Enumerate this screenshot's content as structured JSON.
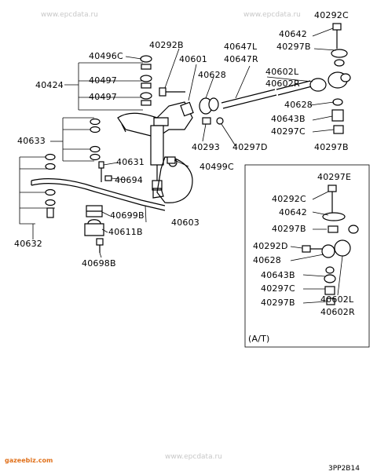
{
  "watermarks": [
    "www.epcdata.ru",
    "www.epcdata.ru",
    "www.epcdata.ru"
  ],
  "site_logo": "gazeebiz.com",
  "inset_caption": "(A/T)",
  "figure_code": "3PP2B14",
  "labels": {
    "p40292C": "40292C",
    "p40642": "40642",
    "p40297B_top": "40297B",
    "p40647L": "40647L",
    "p40647R": "40647R",
    "p40496C": "40496C",
    "p40292B": "40292B",
    "p40601": "40601",
    "p40628": "40628",
    "p40602L": "40602L",
    "p40602R": "40602R",
    "p40424": "40424",
    "p40497a": "40497",
    "p40497b": "40497",
    "p40628b": "40628",
    "p40643B": "40643B",
    "p40297C": "40297C",
    "p40293": "40293",
    "p40297D": "40297D",
    "p40297B_r": "40297B",
    "p40633": "40633",
    "p40631": "40631",
    "p40499C": "40499C",
    "p40694": "40694",
    "p40699B": "40699B",
    "p40603": "40603",
    "p40611B": "40611B",
    "p40632": "40632",
    "p40698B": "40698B",
    "in_40297E": "40297E",
    "in_40292C": "40292C",
    "in_40642": "40642",
    "in_40297B": "40297B",
    "in_40292D": "40292D",
    "in_40628": "40628",
    "in_40643B": "40643B",
    "in_40297C": "40297C",
    "in_40297B2": "40297B",
    "in_40602L": "40602L",
    "in_40602R": "40602R"
  }
}
